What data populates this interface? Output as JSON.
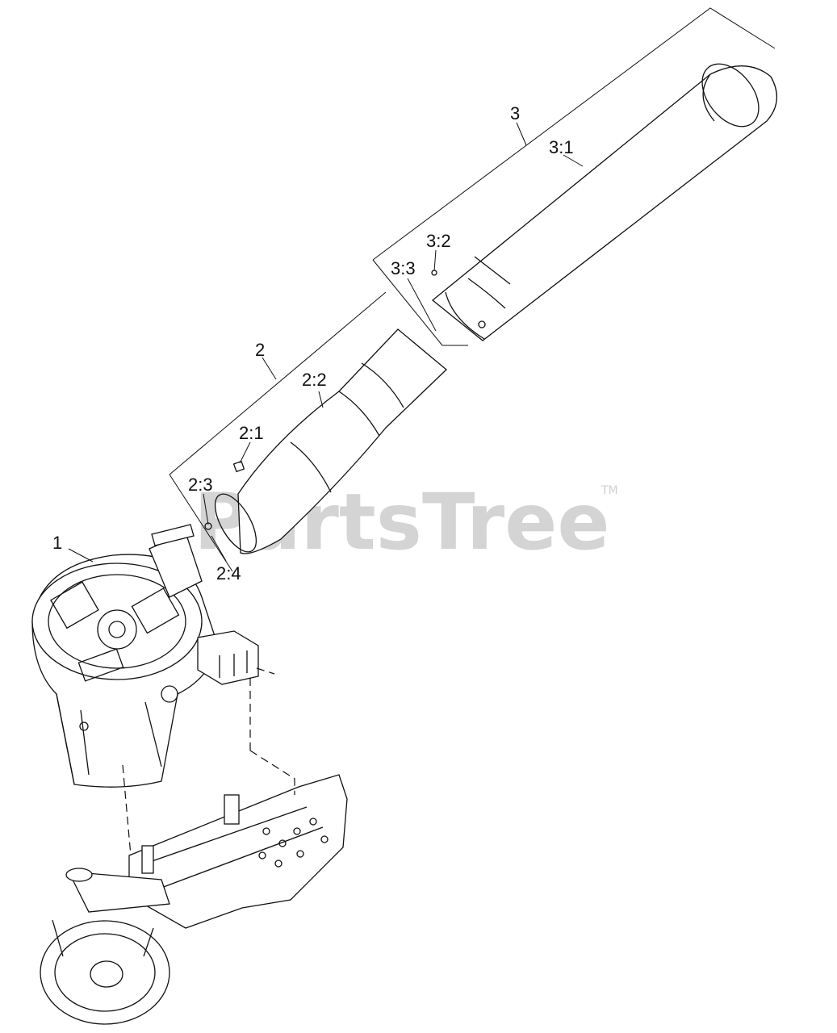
{
  "watermark": {
    "text": "PartsTree",
    "trademark": "TM"
  },
  "callouts": {
    "c1": "1",
    "c2": "2",
    "c2_1": "2:1",
    "c2_2": "2:2",
    "c2_3": "2:3",
    "c2_4": "2:4",
    "c3": "3",
    "c3_1": "3:1",
    "c3_2": "3:2",
    "c3_3": "3:3"
  }
}
